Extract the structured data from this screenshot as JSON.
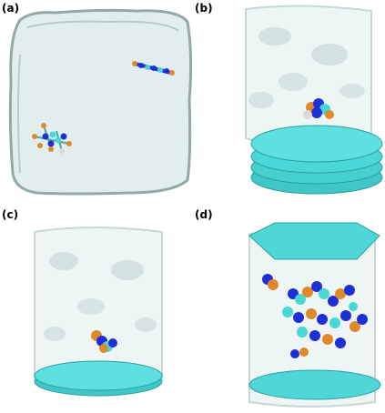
{
  "panels": [
    {
      "label": "(a)",
      "description_icon": "water-box-two-molecules-icon"
    },
    {
      "label": "(b)",
      "description_icon": "water-cylinder-graphite-stack-icon"
    },
    {
      "label": "(c)",
      "description_icon": "water-cylinder-graphene-sheet-icon"
    },
    {
      "label": "(d)",
      "description_icon": "water-cylinder-many-molecules-icon"
    }
  ],
  "colors": {
    "water": "#dfeeee",
    "water_edge": "#9fb3b3",
    "carbon": "#48d6d6",
    "nitrogen": "#1f2fd6",
    "oxygen": "#e0892a",
    "hydrogen": "#d9d9d9"
  }
}
